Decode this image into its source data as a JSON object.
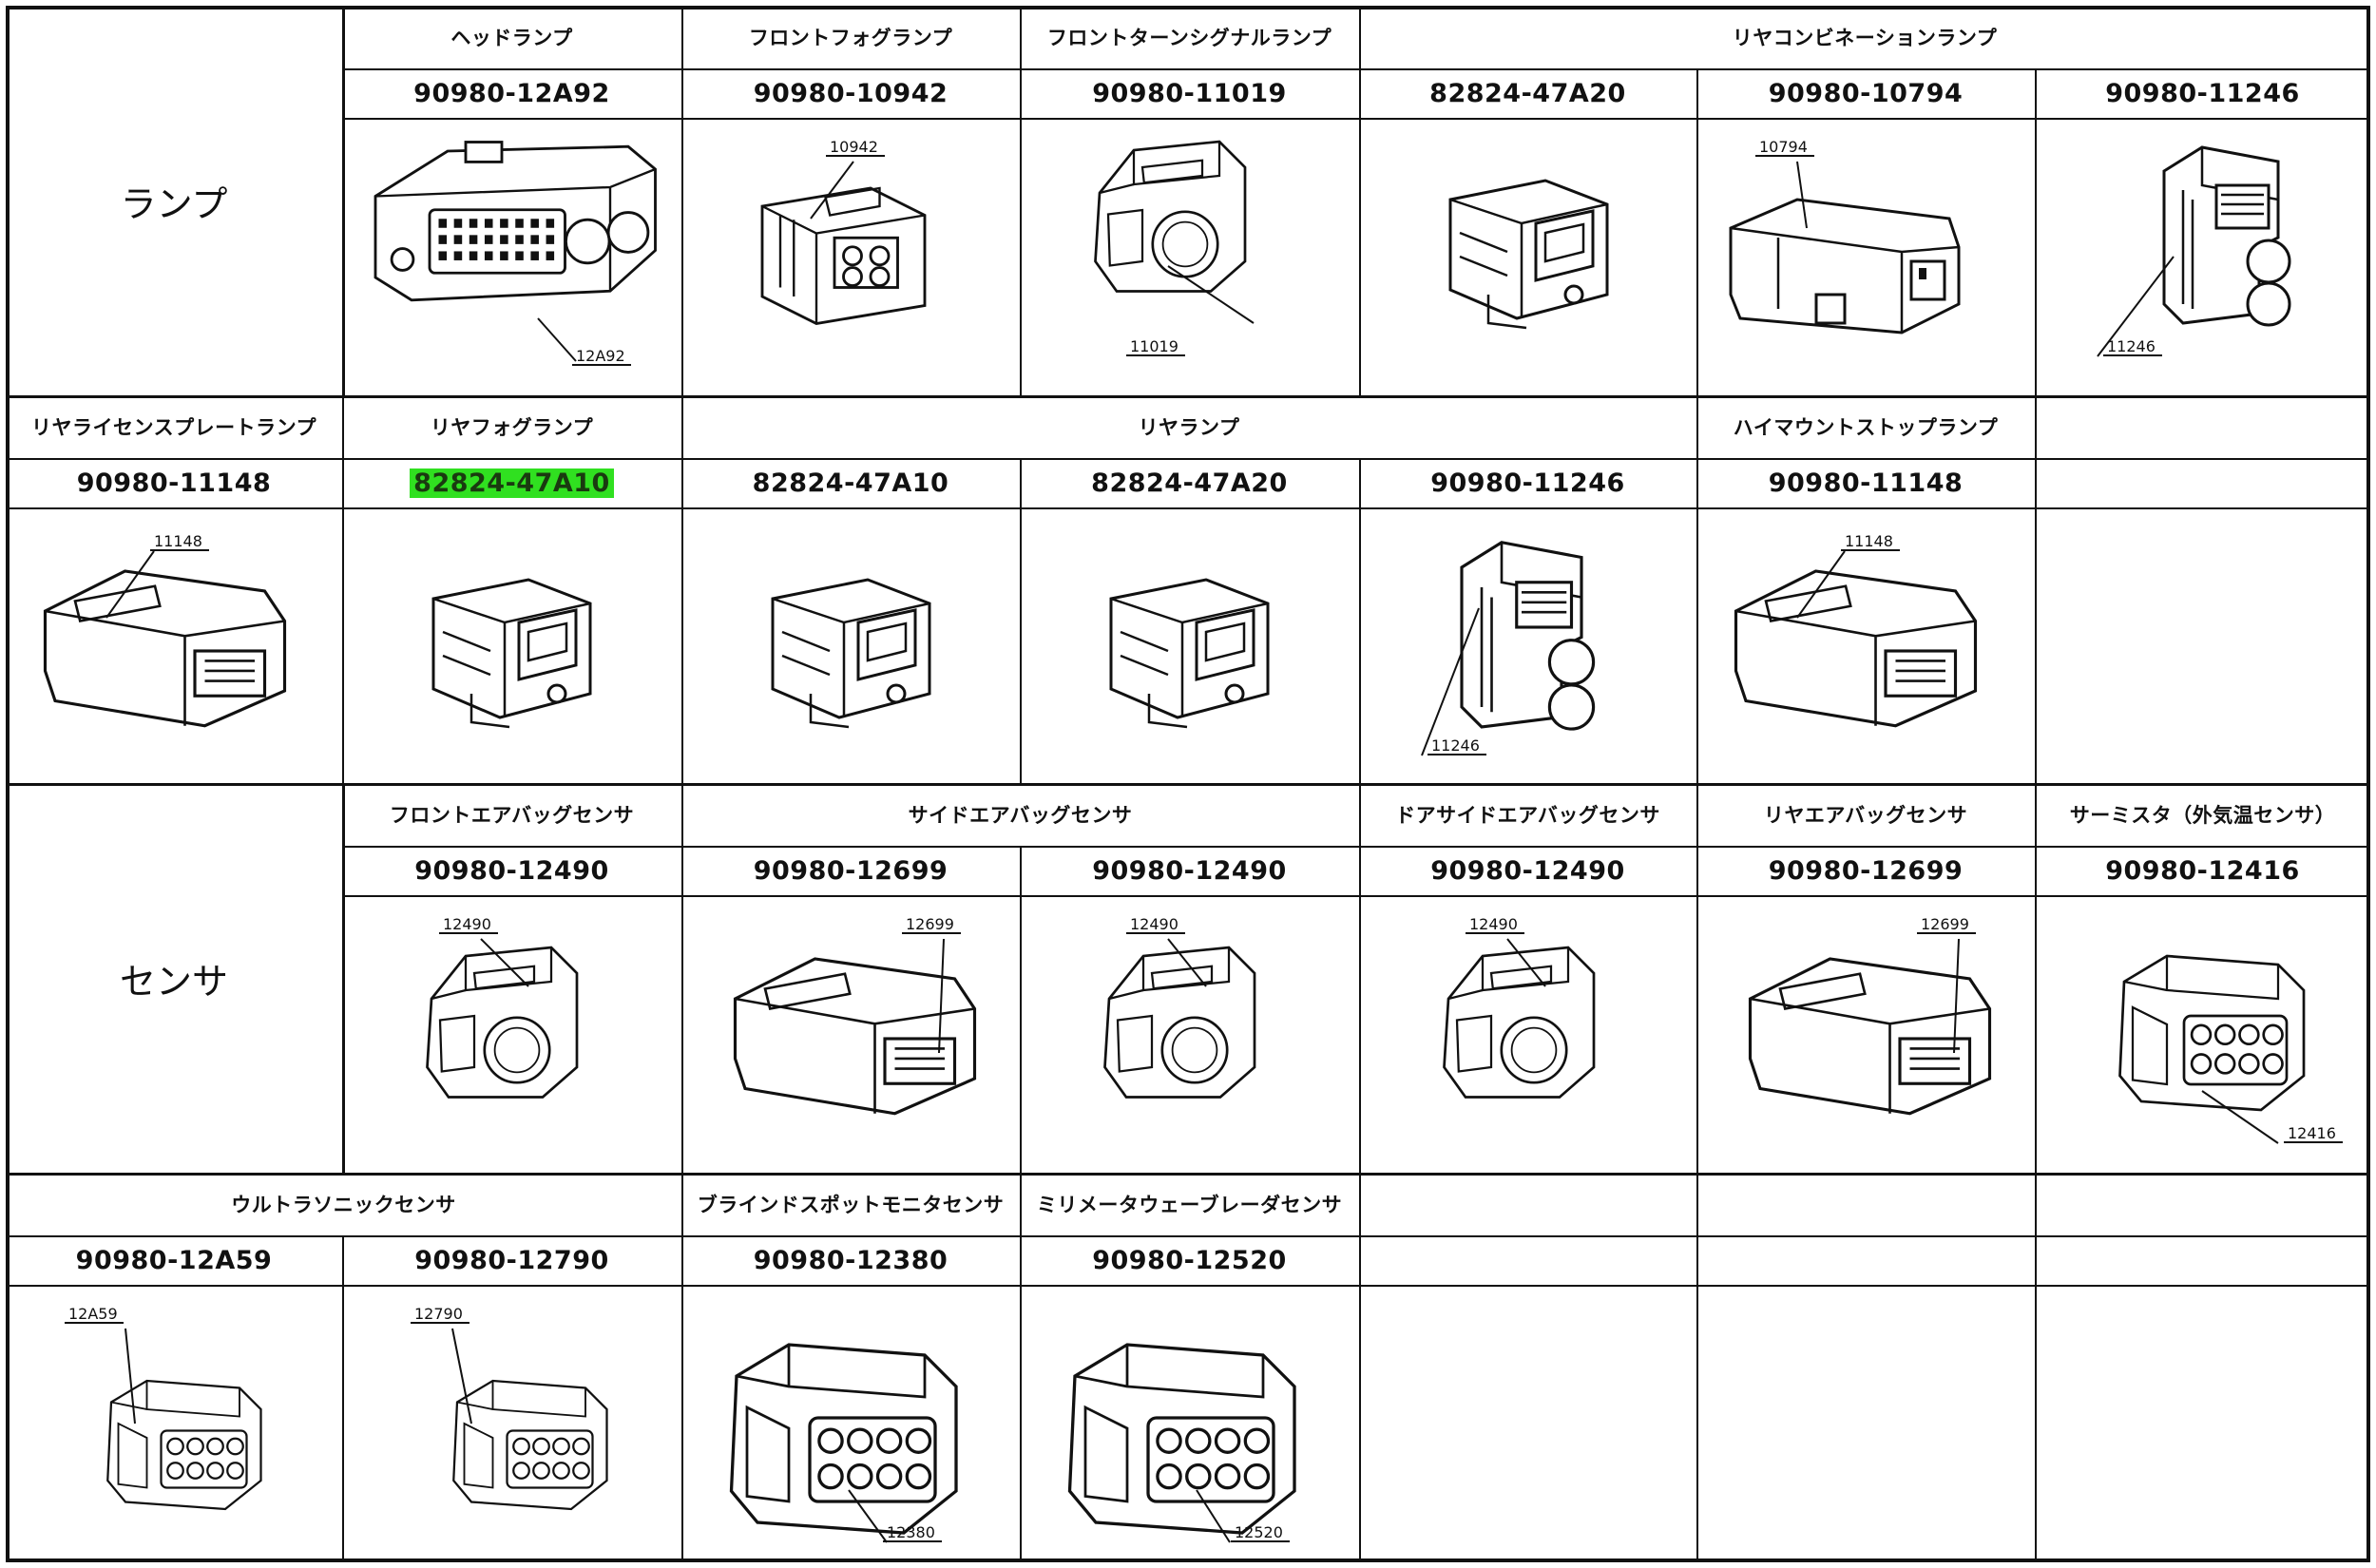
{
  "groups": {
    "lamp": "ランプ",
    "sensor": "センサ"
  },
  "row1": {
    "cats": {
      "headlamp": "ヘッドランプ",
      "front_fog": "フロントフォグランプ",
      "front_turn": "フロントターンシグナルランプ",
      "rear_combination": "リヤコンビネーションランプ"
    },
    "parts": [
      {
        "pn": "90980-12A92",
        "callout": "12A92"
      },
      {
        "pn": "90980-10942",
        "callout": "10942"
      },
      {
        "pn": "90980-11019",
        "callout": "11019"
      },
      {
        "pn": "82824-47A20",
        "callout": ""
      },
      {
        "pn": "90980-10794",
        "callout": "10794"
      },
      {
        "pn": "90980-11246",
        "callout": "11246"
      }
    ]
  },
  "row2": {
    "cats": {
      "rear_license": "リヤライセンスプレートランプ",
      "rear_fog": "リヤフォグランプ",
      "rear_lamp": "リヤランプ",
      "high_mount": "ハイマウントストップランプ"
    },
    "parts": [
      {
        "pn": "90980-11148",
        "callout": "11148"
      },
      {
        "pn": "82824-47A10",
        "callout": "",
        "highlighted": true
      },
      {
        "pn": "82824-47A10",
        "callout": ""
      },
      {
        "pn": "82824-47A20",
        "callout": ""
      },
      {
        "pn": "90980-11246",
        "callout": "11246"
      },
      {
        "pn": "90980-11148",
        "callout": "11148"
      }
    ]
  },
  "row3": {
    "cats": {
      "front_airbag": "フロントエアバッグセンサ",
      "side_airbag": "サイドエアバッグセンサ",
      "door_side_airbag": "ドアサイドエアバッグセンサ",
      "rear_airbag": "リヤエアバッグセンサ",
      "thermistor": "サーミスタ（外気温センサ）"
    },
    "parts": [
      {
        "pn": "90980-12490",
        "callout": "12490"
      },
      {
        "pn": "90980-12699",
        "callout": "12699"
      },
      {
        "pn": "90980-12490",
        "callout": "12490"
      },
      {
        "pn": "90980-12490",
        "callout": "12490"
      },
      {
        "pn": "90980-12699",
        "callout": "12699"
      },
      {
        "pn": "90980-12416",
        "callout": "12416"
      }
    ]
  },
  "row4": {
    "cats": {
      "ultrasonic": "ウルトラソニックセンサ",
      "blind_spot": "ブラインドスポットモニタセンサ",
      "mmwave": "ミリメータウェーブレーダセンサ"
    },
    "parts": [
      {
        "pn": "90980-12A59",
        "callout": "12A59"
      },
      {
        "pn": "90980-12790",
        "callout": "12790"
      },
      {
        "pn": "90980-12380",
        "callout": "12380"
      },
      {
        "pn": "90980-12520",
        "callout": "12520"
      }
    ]
  }
}
